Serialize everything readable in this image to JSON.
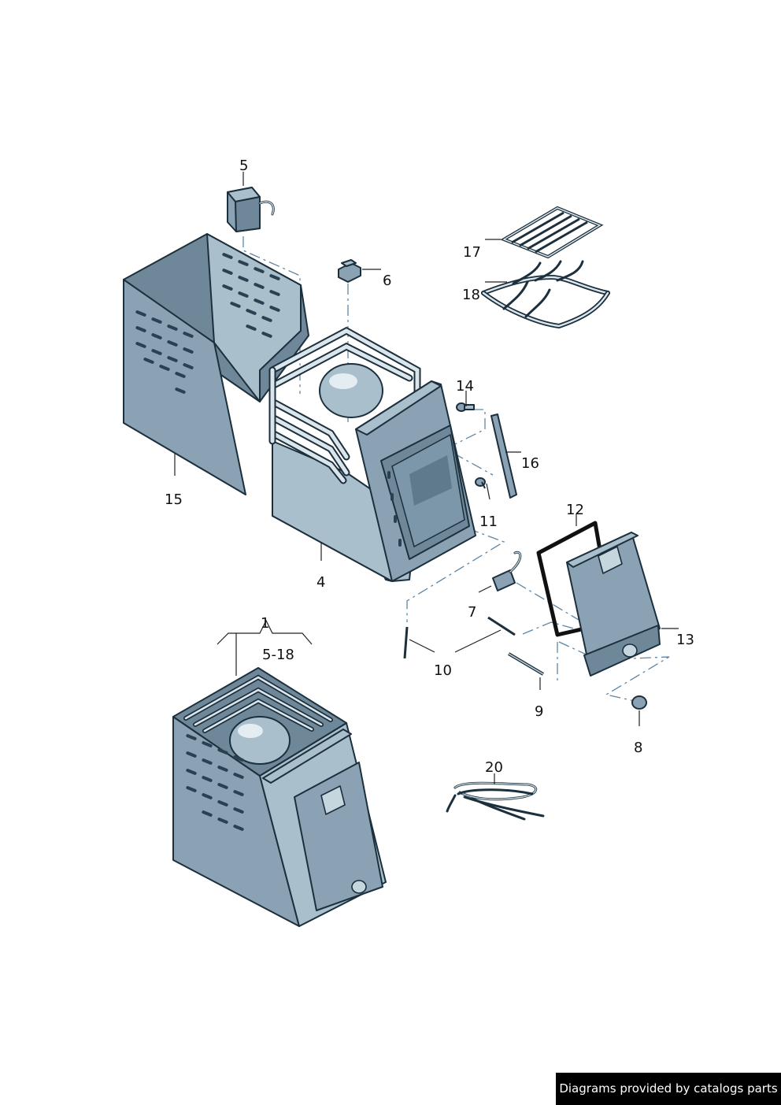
{
  "callouts": {
    "c1": "1",
    "c1_range": "5-18",
    "c4": "4",
    "c5": "5",
    "c6": "6",
    "c7": "7",
    "c8": "8",
    "c9": "9",
    "c10": "10",
    "c11": "11",
    "c12": "12",
    "c13": "13",
    "c14": "14",
    "c15": "15",
    "c16": "16",
    "c17": "17",
    "c18": "18",
    "c20": "20"
  },
  "footer": {
    "text": "Diagrams provided by catalogs parts"
  },
  "colors": {
    "part_fill": "#8aa2b3",
    "outline": "#1c2f3d",
    "assembly_line": "#5d86a6",
    "footer_bg": "#000000",
    "footer_text": "#ffffff"
  }
}
